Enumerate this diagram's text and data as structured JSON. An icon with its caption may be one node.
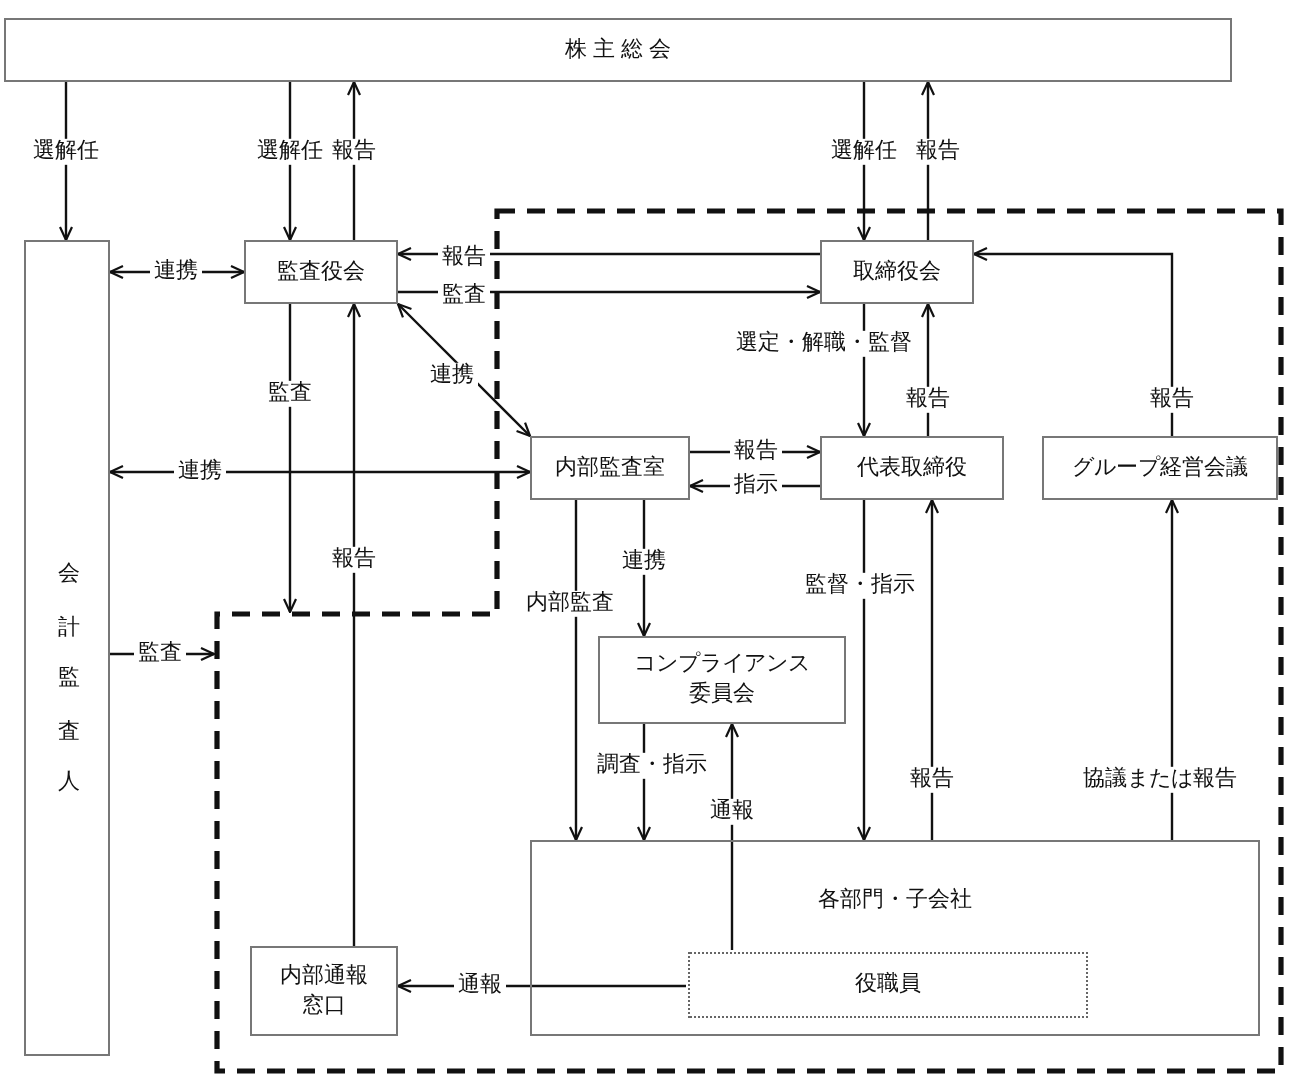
{
  "diagram": {
    "nodes": [
      {
        "text": [
          "株 主 総 会"
        ]
      },
      {
        "text": [
          "会計監査人"
        ]
      },
      {
        "text": [
          "監査役会"
        ]
      },
      {
        "text": [],
        "shape": "box"
      },
      {
        "text": [
          "取締役会"
        ],
        "in": 3
      },
      {
        "text": [
          "内部監査室"
        ],
        "in": 3
      },
      {
        "text": [
          "代表取締役"
        ],
        "in": 3
      },
      {
        "text": [
          "グループ経営会議"
        ],
        "in": 3
      },
      {
        "text": [
          "コンプライアンス委員会"
        ],
        "in": 3
      },
      {
        "text": [
          "各部門・子会社"
        ],
        "in": 3
      },
      {
        "text": [
          "役職員"
        ],
        "in": 9
      },
      {
        "text": [
          "内部通報窓口"
        ],
        "in": 3
      }
    ],
    "edges": [
      {
        "from": 0,
        "to": 1,
        "arrow": "to",
        "label": "選解任"
      },
      {
        "from": 0,
        "to": 2,
        "arrow": "to",
        "label": "選解任"
      },
      {
        "from": 2,
        "to": 0,
        "arrow": "to",
        "label": "報告"
      },
      {
        "from": 0,
        "to": 4,
        "arrow": "to",
        "label": "選解任"
      },
      {
        "from": 4,
        "to": 0,
        "arrow": "to",
        "label": "報告"
      },
      {
        "from": 1,
        "to": 2,
        "arrow": "both",
        "label": "連携"
      },
      {
        "from": 4,
        "to": 2,
        "arrow": "to",
        "label": "報告"
      },
      {
        "from": 2,
        "to": 4,
        "arrow": "to",
        "label": "監査"
      },
      {
        "from": 2,
        "to": 5,
        "arrow": "both",
        "label": "連携"
      },
      {
        "from": 1,
        "to": 5,
        "arrow": "both",
        "label": "連携"
      },
      {
        "from": 2,
        "to": 3,
        "arrow": "to",
        "label": "監査"
      },
      {
        "from": 11,
        "to": 2,
        "arrow": "to",
        "label": "報告"
      },
      {
        "from": 1,
        "to": 3,
        "arrow": "to",
        "label": "監査"
      },
      {
        "from": 4,
        "to": 6,
        "arrow": "to",
        "label": "選定・解職・監督"
      },
      {
        "from": 6,
        "to": 4,
        "arrow": "to",
        "label": "報告"
      },
      {
        "from": 7,
        "to": 4,
        "arrow": "to",
        "label": "報告"
      },
      {
        "from": 5,
        "to": 6,
        "arrow": "to",
        "label": "報告"
      },
      {
        "from": 6,
        "to": 5,
        "arrow": "to",
        "label": "指示"
      },
      {
        "from": 5,
        "to": 9,
        "arrow": "to",
        "label": "内部監査"
      },
      {
        "from": 5,
        "to": 8,
        "arrow": "to",
        "label": "連携"
      },
      {
        "from": 8,
        "to": 9,
        "arrow": "to",
        "label": "調査・指示"
      },
      {
        "from": 10,
        "to": 8,
        "arrow": "to",
        "label": "通報"
      },
      {
        "from": 6,
        "to": 9,
        "arrow": "to",
        "label": "監督・指示"
      },
      {
        "from": 9,
        "to": 6,
        "arrow": "to",
        "label": "報告"
      },
      {
        "from": 9,
        "to": 7,
        "arrow": "to",
        "label": "協議または報告"
      },
      {
        "from": 10,
        "to": 11,
        "arrow": "to",
        "label": "通報"
      }
    ]
  }
}
